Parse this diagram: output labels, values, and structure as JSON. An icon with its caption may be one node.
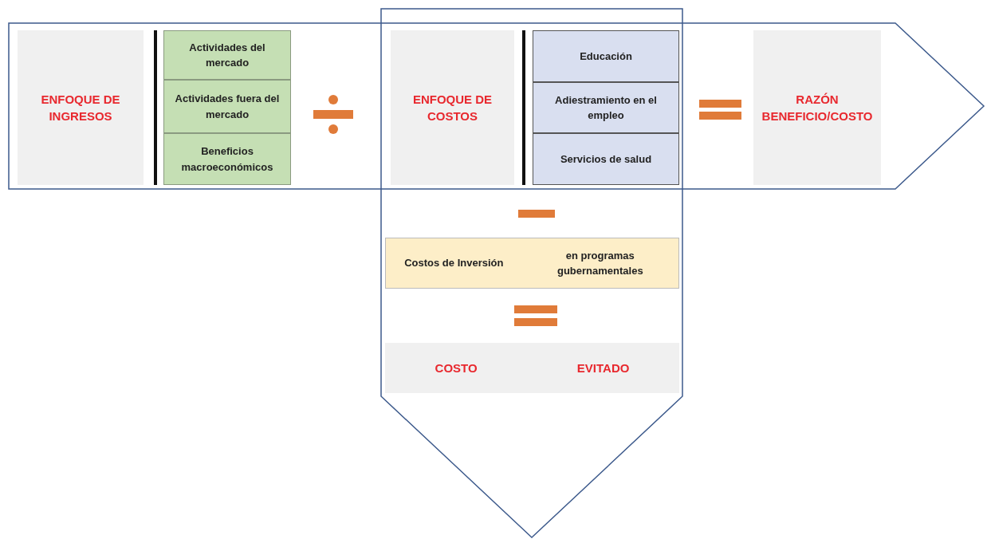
{
  "diagram": {
    "nodes": [
      {
        "text": [],
        "shape": "arrow"
      },
      {
        "text": [],
        "shape": "arrow"
      },
      {
        "text": [
          "ENFOQUE DE INGRESOS"
        ],
        "in": 0
      },
      {
        "text": [
          "Actividades del mercado"
        ],
        "in": 0
      },
      {
        "text": [
          "Actividades fuera del mercado"
        ],
        "in": 0
      },
      {
        "text": [
          "Beneficios macroeconómicos"
        ],
        "in": 0
      },
      {
        "text": [
          "ENFOQUE DE COSTOS"
        ]
      },
      {
        "text": [
          "Educación"
        ]
      },
      {
        "text": [
          "Adiestramiento en el empleo"
        ]
      },
      {
        "text": [
          "Servicios de salud"
        ]
      },
      {
        "text": [
          "RAZÓN BENEFICIO/COSTO"
        ],
        "in": 0
      },
      {
        "text": [
          "Costos de Inversión",
          "en programas gubernamentales"
        ],
        "in": 1
      },
      {
        "text": [
          "COSTO",
          "EVITADO"
        ],
        "in": 1
      }
    ],
    "edges": []
  }
}
